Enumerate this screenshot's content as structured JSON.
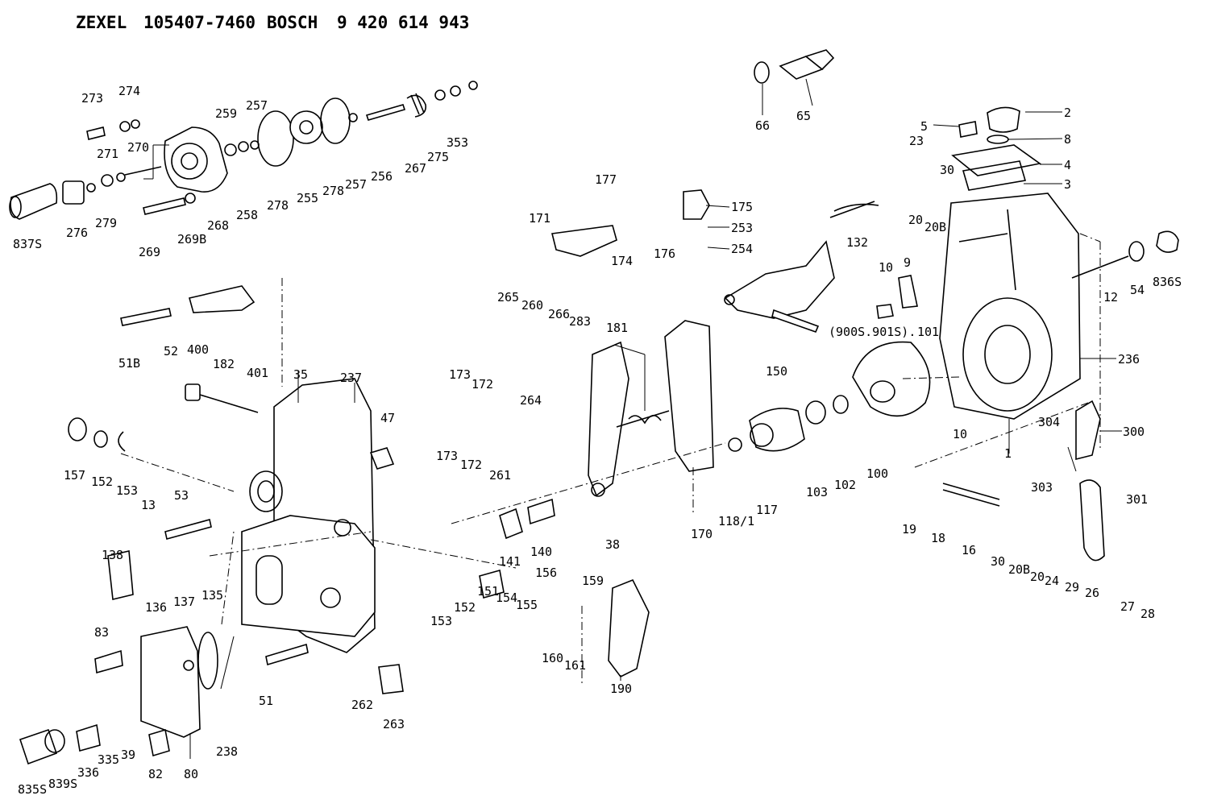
{
  "title": {
    "maker1": "ZEXEL",
    "code1": "105407-7460",
    "maker2": "BOSCH",
    "code2": "9 420 614 943"
  },
  "labels": {
    "273": "273",
    "274": "274",
    "259": "259",
    "257": "257",
    "271": "271",
    "270": "270",
    "837S": "837S",
    "276": "276",
    "279": "279",
    "269": "269",
    "269B": "269B",
    "268": "268",
    "258": "258",
    "278": "278",
    "255": "255",
    "256": "256",
    "267": "267",
    "275": "275",
    "353": "353",
    "66": "66",
    "65": "65",
    "2": "2",
    "5": "5",
    "8": "8",
    "23": "23",
    "4": "4",
    "3": "3",
    "30": "30",
    "20": "20",
    "20B": "20B",
    "177": "177",
    "171": "171",
    "175": "175",
    "253": "253",
    "254": "254",
    "174": "174",
    "176": "176",
    "132": "132",
    "10": "10",
    "9": "9",
    "12": "12",
    "54": "54",
    "836S": "836S",
    "51B": "51B",
    "52": "52",
    "400": "400",
    "401": "401",
    "265": "265",
    "260": "260",
    "266": "266",
    "283": "283",
    "181": "181",
    "150": "150",
    "900S901S": "(900S.901S).",
    "101": "101",
    "236": "236",
    "182": "182",
    "35": "35",
    "237": "237",
    "173": "173",
    "172": "172",
    "264": "264",
    "261": "261",
    "47": "47",
    "157": "157",
    "152": "152",
    "153": "153",
    "100": "100",
    "1": "1",
    "304": "304",
    "300": "300",
    "301": "301",
    "103": "103",
    "102": "102",
    "117": "117",
    "118_1": "118/1",
    "170": "170",
    "13": "13",
    "53": "53",
    "141": "141",
    "140": "140",
    "38": "38",
    "303": "303",
    "19": "19",
    "18": "18",
    "16": "16",
    "24": "24",
    "29": "29",
    "26": "26",
    "27": "27",
    "28": "28",
    "138": "138",
    "136": "136",
    "137": "137",
    "135": "135",
    "151": "151",
    "154": "154",
    "155": "155",
    "156": "156",
    "160": "160",
    "161": "161",
    "159": "159",
    "190": "190",
    "83": "83",
    "51": "51",
    "262": "262",
    "263": "263",
    "238": "238",
    "835S": "835S",
    "839S": "839S",
    "336": "336",
    "335": "335",
    "39": "39",
    "82": "82",
    "80": "80"
  }
}
